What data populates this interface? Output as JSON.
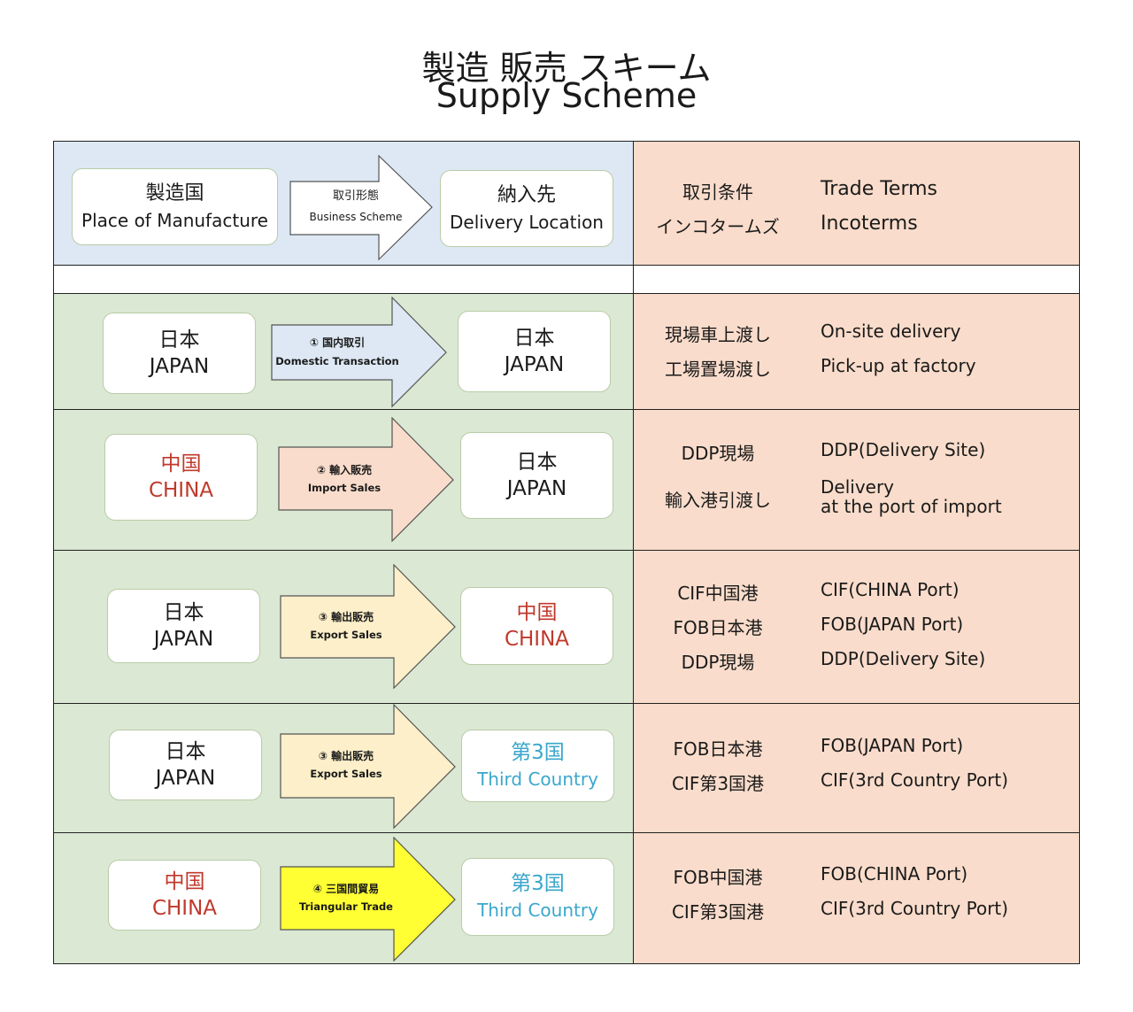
{
  "title": {
    "jp": "製造 販売  スキーム",
    "en": "Supply Scheme"
  },
  "header": {
    "from": {
      "jp": "製造国",
      "en": "Place of Manufacture"
    },
    "arrow": {
      "jp": "取引形態",
      "en": "Business  Scheme"
    },
    "to": {
      "jp": "納入先",
      "en": "Delivery Location"
    },
    "terms": [
      {
        "jp": "取引条件",
        "en": "Trade Terms"
      },
      {
        "jp": "インコタームズ",
        "en": "Incoterms"
      }
    ]
  },
  "rows": [
    {
      "from": {
        "jp": "日本",
        "en": "JAPAN"
      },
      "arrow": {
        "jp": "① 国内取引",
        "en": "Domestic Transaction",
        "color": "#dde8f4"
      },
      "to": {
        "jp": "日本",
        "en": "JAPAN"
      },
      "terms": [
        {
          "jp": "現場車上渡し",
          "en": "On-site delivery"
        },
        {
          "jp": "工場置場渡し",
          "en": "Pick-up at factory"
        }
      ]
    },
    {
      "from": {
        "jp": "中国",
        "en": "CHINA"
      },
      "arrow": {
        "jp": "② 輸入販売",
        "en": "Import Sales",
        "color": "#f9dccb"
      },
      "to": {
        "jp": "日本",
        "en": "JAPAN"
      },
      "terms": [
        {
          "jp": "DDP現場",
          "en": "DDP(Delivery Site)"
        },
        {
          "jp": "輸入港引渡し",
          "en": "Delivery",
          "en2": "at the port of import"
        }
      ]
    },
    {
      "from": {
        "jp": "日本",
        "en": "JAPAN"
      },
      "arrow": {
        "jp": "③ 輸出販売",
        "en": "Export Sales",
        "color": "#fcefc9"
      },
      "to": {
        "jp": "中国",
        "en": "CHINA"
      },
      "terms": [
        {
          "jp": "CIF中国港",
          "en": "CIF(CHINA Port)"
        },
        {
          "jp": "FOB日本港",
          "en": "FOB(JAPAN Port)"
        },
        {
          "jp": "DDP現場",
          "en": "DDP(Delivery Site)"
        }
      ]
    },
    {
      "from": {
        "jp": "日本",
        "en": "JAPAN"
      },
      "arrow": {
        "jp": "③ 輸出販売",
        "en": "Export Sales",
        "color": "#fcefc9"
      },
      "to": {
        "jp": "第3国",
        "en": "Third Country"
      },
      "terms": [
        {
          "jp": "FOB日本港",
          "en": "FOB(JAPAN Port)"
        },
        {
          "jp": "CIF第3国港",
          "en": "CIF(3rd Country Port)"
        }
      ]
    },
    {
      "from": {
        "jp": "中国",
        "en": "CHINA"
      },
      "arrow": {
        "jp": "④ 三国間貿易",
        "en": "Triangular Trade",
        "color": "#ffff33"
      },
      "to": {
        "jp": "第3国",
        "en": "Third Country"
      },
      "terms": [
        {
          "jp": "FOB中国港",
          "en": "FOB(CHINA Port)"
        },
        {
          "jp": "CIF第3国港",
          "en": "CIF(3rd Country Port)"
        }
      ]
    }
  ],
  "colors": {
    "japan": "#1a1a1a",
    "china": "#c0392b",
    "third": "#3aa7cc",
    "terms_bg": "#f9dccb",
    "header_bg": "#dde8f4",
    "row_bg": "#dbe8d3"
  }
}
